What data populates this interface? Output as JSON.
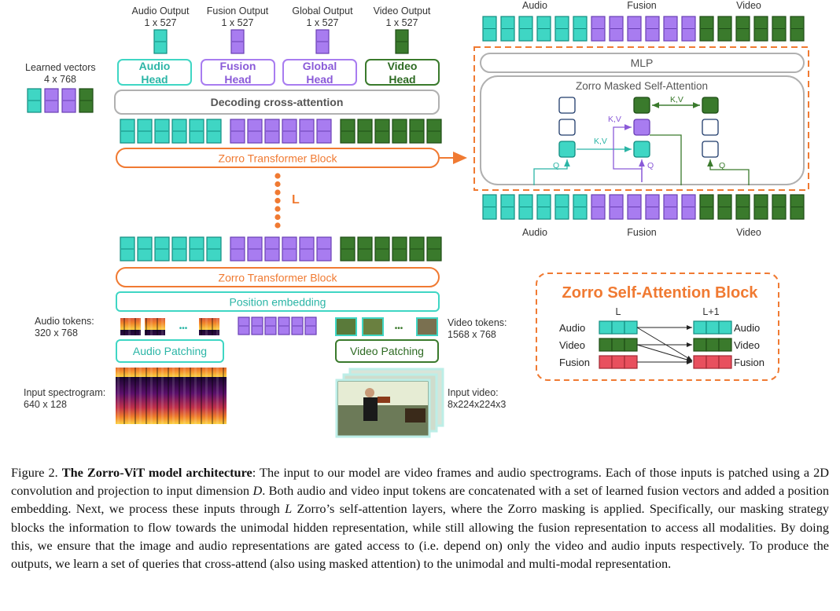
{
  "colors": {
    "audio": "#3fd6c4",
    "audio_border": "#128c80",
    "fusion": "#a87cf0",
    "fusion_border": "#6a3fb5",
    "video": "#3a7a2c",
    "video_border": "#1e4d16",
    "orange": "#f07a32",
    "gray": "#aaaaaa",
    "text": "#333333"
  },
  "outputs": [
    {
      "name": "Audio Output",
      "dim": "1 x 527",
      "color": "audio"
    },
    {
      "name": "Fusion  Output",
      "dim": "1 x 527",
      "color": "fusion"
    },
    {
      "name": "Global  Output",
      "dim": "1 x 527",
      "color": "fusion"
    },
    {
      "name": "Video Output",
      "dim": "1 x 527",
      "color": "video"
    }
  ],
  "heads": [
    {
      "l1": "Audio",
      "l2": "Head",
      "color": "audio"
    },
    {
      "l1": "Fusion",
      "l2": "Head",
      "color": "fusion"
    },
    {
      "l1": "Global",
      "l2": "Head",
      "color": "fusion"
    },
    {
      "l1": "Video",
      "l2": "Head",
      "color": "video"
    }
  ],
  "learned_vectors": {
    "label": "Learned vectors",
    "dim": "4 x 768"
  },
  "decoding_label": "Decoding cross-attention",
  "transformer_label": "Zorro Transformer Block",
  "loop_label": "L",
  "position_label": "Position embedding",
  "audio_tokens": {
    "label": "Audio tokens:",
    "dim": "320 x 768"
  },
  "video_tokens": {
    "label": "Video tokens:",
    "dim": "1568 x 768"
  },
  "ellipsis": "•••",
  "audio_patching": "Audio Patching",
  "video_patching": "Video Patching",
  "input_spectrogram": {
    "label": "Input spectrogram:",
    "dim": "640 x 128"
  },
  "input_video": {
    "label": "Input video:",
    "dim": "8x224x224x3"
  },
  "detail": {
    "top_labels": [
      "Audio",
      "Fusion",
      "Video"
    ],
    "bottom_labels": [
      "Audio",
      "Fusion",
      "Video"
    ],
    "mlp": "MLP",
    "attn_title": "Zorro Masked Self-Attention",
    "kv": "K,V",
    "q": "Q"
  },
  "block": {
    "title": "Zorro Self-Attention Block",
    "col_l": "L",
    "col_l1": "L+1",
    "rows": [
      {
        "name": "Audio",
        "color": "audio"
      },
      {
        "name": "Video",
        "color": "video"
      },
      {
        "name": "Fusion",
        "color": "red"
      }
    ],
    "red": "#e8505e",
    "red_border": "#a12834"
  },
  "caption": {
    "fig": "Figure 2.",
    "title": "The Zorro-ViT model architecture",
    "p1": ": The input to our model are video frames and audio spectrograms. Each of those inputs is patched using a 2D convolution and projection to input dimension ",
    "d": "D",
    "p2": ". Both audio and video input tokens are concatenated with a set of learned fusion vectors and added a position embedding. Next, we process these inputs through ",
    "l": "L",
    "p3": " Zorro’s self-attention layers, where the Zorro masking is applied. Specifically, our masking strategy blocks the information to flow towards the unimodal hidden representation, while still allowing the fusion representation to access all modalities. By doing this, we ensure that the image and audio representations are gated access to (i.e. depend on) only the video and audio inputs respectively. To produce the outputs, we learn a set of queries that cross-attend (also using masked attention) to the unimodal and multi-modal representation."
  }
}
